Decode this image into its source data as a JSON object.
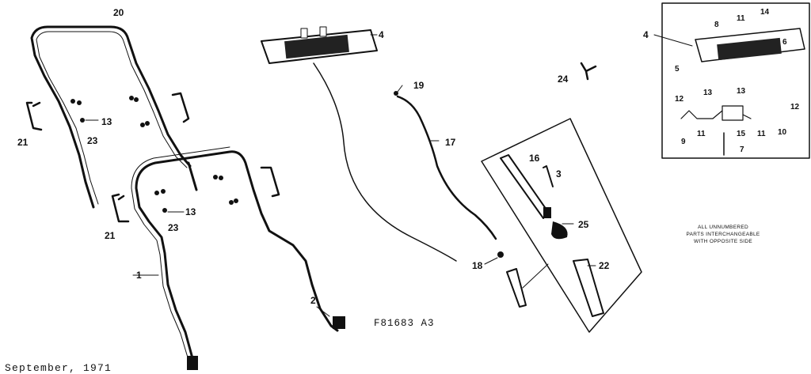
{
  "document": {
    "drawing_number": "F81683 A3",
    "date": "September, 1971",
    "note_lines": [
      "ALL UNNUMBERED",
      "PARTS INTERCHANGEABLE",
      "WITH OPPOSITE SIDE"
    ]
  },
  "labels": {
    "upper_handle": "20",
    "lower_handle": "1",
    "bottom_screw": "2",
    "control_panel": "4",
    "spring_clip": "24",
    "cable_clip": "19",
    "control_cable": "17",
    "nut": "18",
    "rod": "16",
    "screw_3": "3",
    "spring": "25",
    "bracket": "22",
    "clamp_left_upper": "21",
    "clamp_left_lower": "21",
    "knob_upper": "13",
    "knob_lower": "13",
    "bolt_upper": "23",
    "bolt_lower": "23",
    "inset_panel": "4",
    "inset_8": "8",
    "inset_11_top": "11",
    "inset_14": "14",
    "inset_6": "6",
    "inset_5": "5",
    "inset_12_left": "12",
    "inset_13_left": "13",
    "inset_13_right": "13",
    "inset_12_right": "12",
    "inset_9": "9",
    "inset_11_left": "11",
    "inset_15": "15",
    "inset_11_right": "11",
    "inset_10": "10",
    "inset_7": "7"
  }
}
